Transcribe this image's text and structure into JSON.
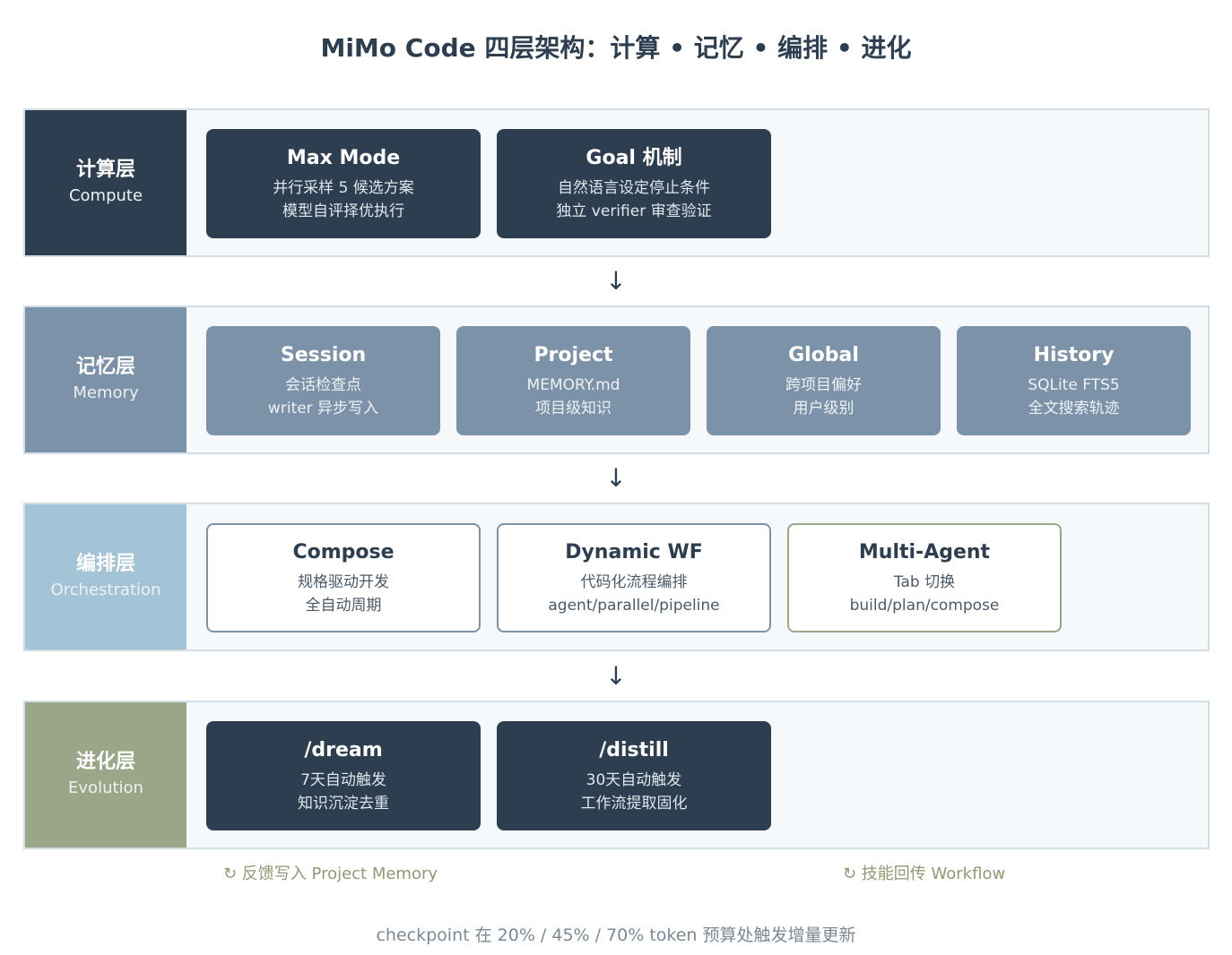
{
  "title": "MiMo Code 四层架构：计算 • 记忆 • 编排 • 进化",
  "colors": {
    "compute_label": "#2c3e50",
    "memory_label": "#7b92a8",
    "orchestration_label": "#a3c4d7",
    "evolution_label": "#9aa687",
    "dark_card": "#2c3e50",
    "memory_card": "#7b92a8",
    "feedback_text": "#8e9a73"
  },
  "layers": [
    {
      "name": "计算层",
      "sub": "Compute",
      "cards": [
        {
          "title": "Max Mode",
          "lines": [
            "并行采样 5 候选方案",
            "模型自评择优执行"
          ]
        },
        {
          "title": "Goal 机制",
          "lines": [
            "自然语言设定停止条件",
            "独立 verifier 审查验证"
          ]
        }
      ]
    },
    {
      "name": "记忆层",
      "sub": "Memory",
      "cards": [
        {
          "title": "Session",
          "lines": [
            "会话检查点",
            "writer 异步写入"
          ]
        },
        {
          "title": "Project",
          "lines": [
            "MEMORY.md",
            "项目级知识"
          ]
        },
        {
          "title": "Global",
          "lines": [
            "跨项目偏好",
            "用户级别"
          ]
        },
        {
          "title": "History",
          "lines": [
            "SQLite FTS5",
            "全文搜索轨迹"
          ]
        }
      ]
    },
    {
      "name": "编排层",
      "sub": "Orchestration",
      "cards": [
        {
          "title": "Compose",
          "lines": [
            "规格驱动开发",
            "全自动周期"
          ]
        },
        {
          "title": "Dynamic WF",
          "lines": [
            "代码化流程编排",
            "agent/parallel/pipeline"
          ]
        },
        {
          "title": "Multi-Agent",
          "lines": [
            "Tab 切换",
            "build/plan/compose"
          ]
        }
      ]
    },
    {
      "name": "进化层",
      "sub": "Evolution",
      "cards": [
        {
          "title": "/dream",
          "lines": [
            "7天自动触发",
            "知识沉淀去重"
          ]
        },
        {
          "title": "/distill",
          "lines": [
            "30天自动触发",
            "工作流提取固化"
          ]
        }
      ]
    }
  ],
  "arrow_glyph": "↓",
  "feedback": {
    "left": "↻ 反馈写入 Project Memory",
    "right": "↻ 技能回传 Workflow"
  },
  "footer": "checkpoint 在 20% / 45% / 70% token 预算处触发增量更新"
}
